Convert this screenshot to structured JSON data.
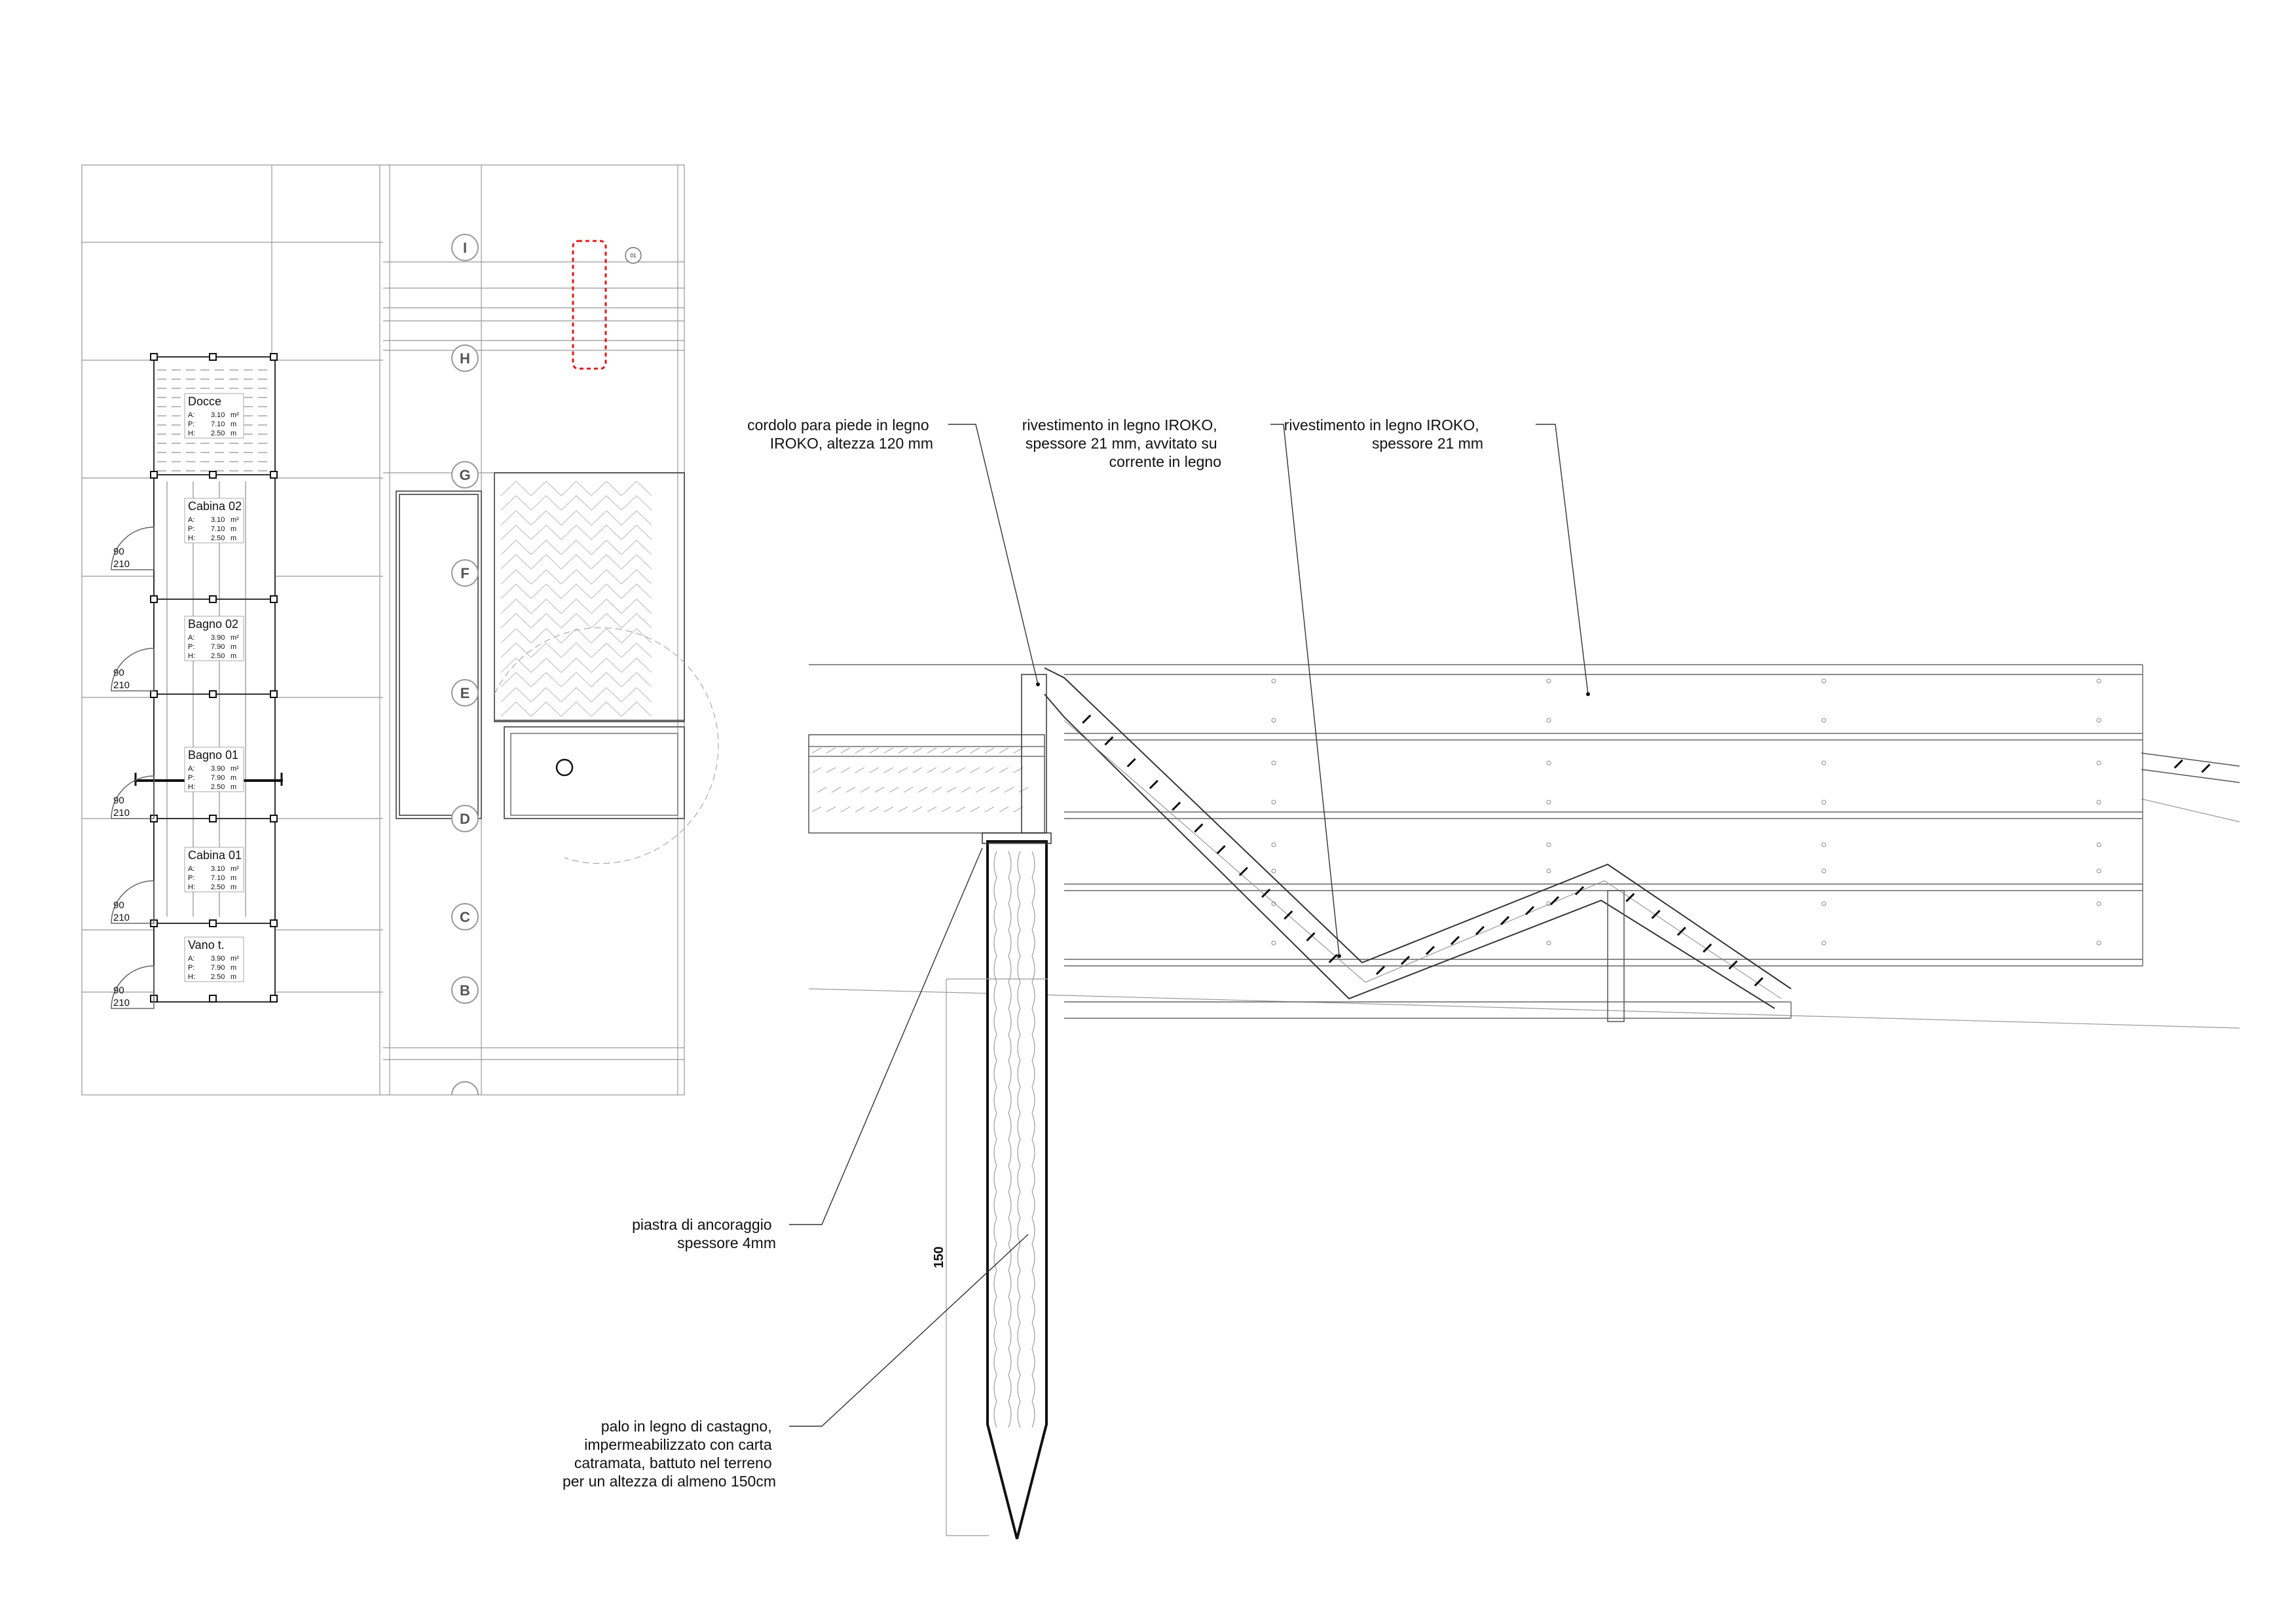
{
  "plan": {
    "axes": [
      "I",
      "H",
      "G",
      "F",
      "E",
      "D",
      "C",
      "B"
    ],
    "detail_tag": "01",
    "rooms": [
      {
        "name": "Docce",
        "rows": [
          [
            "A:",
            "3.10",
            "m²"
          ],
          [
            "P:",
            "7.10",
            "m"
          ],
          [
            "H:",
            "2.50",
            "m"
          ]
        ]
      },
      {
        "name": "Cabina 02",
        "rows": [
          [
            "A:",
            "3.10",
            "m²"
          ],
          [
            "P:",
            "7.10",
            "m"
          ],
          [
            "H:",
            "2.50",
            "m"
          ]
        ]
      },
      {
        "name": "Bagno 02",
        "rows": [
          [
            "A:",
            "3.90",
            "m²"
          ],
          [
            "P:",
            "7.90",
            "m"
          ],
          [
            "H:",
            "2.50",
            "m"
          ]
        ]
      },
      {
        "name": "Bagno 01",
        "rows": [
          [
            "A:",
            "3.90",
            "m²"
          ],
          [
            "P:",
            "7.90",
            "m"
          ],
          [
            "H:",
            "2.50",
            "m"
          ]
        ]
      },
      {
        "name": "Cabina 01",
        "rows": [
          [
            "A:",
            "3.10",
            "m²"
          ],
          [
            "P:",
            "7.10",
            "m"
          ],
          [
            "H:",
            "2.50",
            "m"
          ]
        ]
      },
      {
        "name": "Vano t.",
        "rows": [
          [
            "A:",
            "3.90",
            "m²"
          ],
          [
            "P:",
            "7.90",
            "m"
          ],
          [
            "H:",
            "2.50",
            "m"
          ]
        ]
      }
    ],
    "doors": [
      {
        "width": "90",
        "height": "210"
      },
      {
        "width": "90",
        "height": "210"
      },
      {
        "width": "90",
        "height": "210"
      },
      {
        "width": "90",
        "height": "210"
      },
      {
        "width": "90",
        "height": "210"
      }
    ]
  },
  "section": {
    "annotations": [
      {
        "lines": [
          "cordolo para piede in legno",
          "IROKO, altezza 120 mm"
        ]
      },
      {
        "lines": [
          "rivestimento in legno IROKO,",
          "spessore 21 mm, avvitato su",
          "corrente in legno"
        ]
      },
      {
        "lines": [
          "rivestimento in legno IROKO,",
          "spessore 21 mm"
        ]
      },
      {
        "lines": [
          "piastra di ancoraggio",
          "spessore 4mm"
        ]
      },
      {
        "lines": [
          "palo in legno di castagno,",
          "impermeabilizzato con carta",
          "catramata, battuto nel terreno",
          "per un altezza di almeno 150cm"
        ]
      }
    ],
    "pile_depth_label": "150"
  }
}
